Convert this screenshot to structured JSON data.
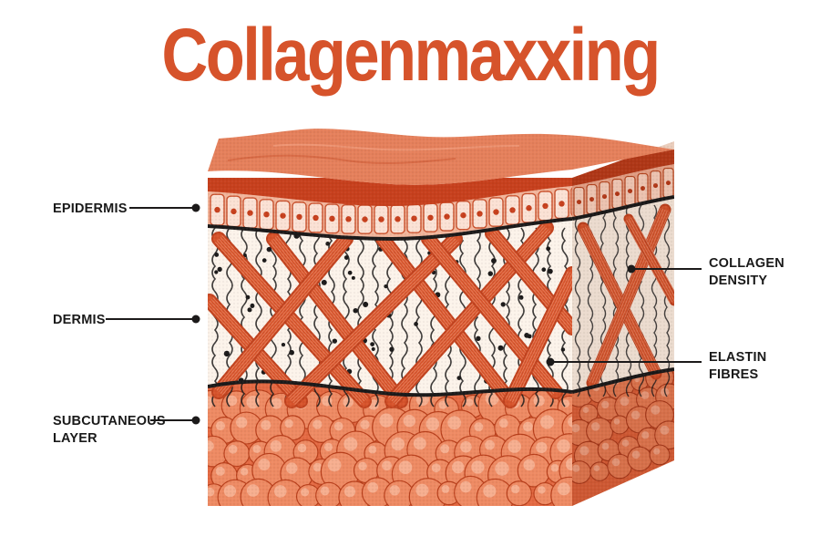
{
  "title": "Collagenmaxxing",
  "colors": {
    "accent": "#d6532b",
    "dark_accent": "#c2431f",
    "light_accent": "#e9835f",
    "cream": "#fbf1e8",
    "ink": "#1c1a1a"
  },
  "labels": {
    "epidermis": "EPIDERMIS",
    "dermis": "DERMIS",
    "subcutaneous_1": "SUBCUTANEOUS",
    "subcutaneous_2": "LAYER",
    "collagen_1": "COLLAGEN",
    "collagen_2": "DENSITY",
    "elastin_1": "ELASTIN",
    "elastin_2": "FIBRES"
  }
}
